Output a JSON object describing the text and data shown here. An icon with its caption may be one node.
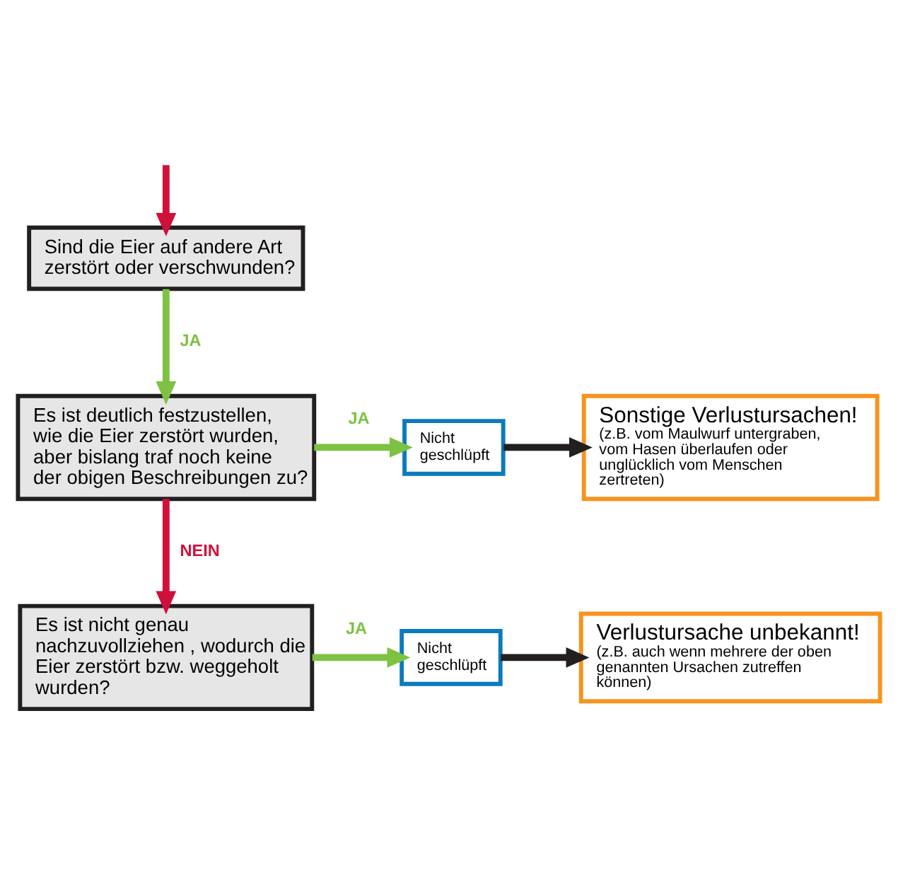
{
  "diagram": {
    "nodes": [
      {
        "text": [
          "Sind die Eier auf andere Art zerstört oder verschwunden?"
        ]
      },
      {
        "text": [
          "Es ist deutlich festzustellen, wie die Eier zerstört wurden, aber bislang traf noch keine der obigen Beschreibungen zu?"
        ]
      },
      {
        "text": [
          "Nicht geschlüpft"
        ]
      },
      {
        "text": [
          "Sonstige Verlustursachen!",
          "(z.B. vom Maulwurf untergraben, vom Hasen überlaufen oder unglücklich vom Menschen zertreten)"
        ]
      },
      {
        "text": [
          "Es ist nicht genau nachzuvollziehen , wodurch die Eier zerstört bzw. weggeholt wurden?"
        ]
      },
      {
        "text": [
          "Nicht geschlüpft"
        ]
      },
      {
        "text": [
          "Verlustursache unbekannt!",
          "(z.B. auch wenn mehrere der oben genannten Ursachen zutreffen können)"
        ]
      }
    ],
    "edges": [
      {
        "from": null,
        "to": 0,
        "arrow": "to",
        "color": "#d0103a"
      },
      {
        "from": 0,
        "to": 1,
        "arrow": "to",
        "label": "JA",
        "color": "#7dc242"
      },
      {
        "from": 1,
        "to": 2,
        "arrow": "to",
        "label": "JA",
        "color": "#7dc242"
      },
      {
        "from": 2,
        "to": 3,
        "arrow": "to",
        "color": "#231f20"
      },
      {
        "from": 1,
        "to": 4,
        "arrow": "to",
        "label": "NEIN",
        "color": "#d0103a"
      },
      {
        "from": 4,
        "to": 5,
        "arrow": "to",
        "label": "JA",
        "color": "#7dc242"
      },
      {
        "from": 5,
        "to": 6,
        "arrow": "to",
        "color": "#231f20"
      }
    ]
  }
}
